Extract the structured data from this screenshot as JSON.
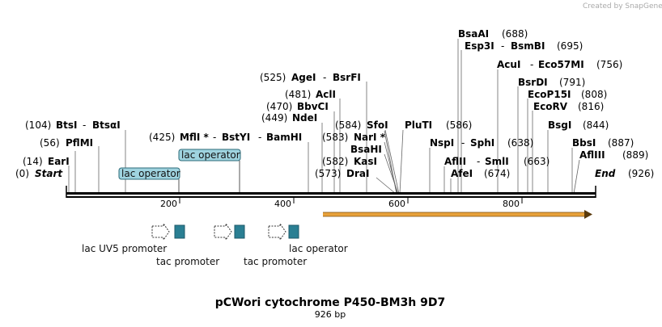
{
  "watermark": "Created by SnapGene",
  "plasmid": {
    "name": "pCWori cytochrome P450-BM3h 9D7",
    "length_label": "926 bp"
  },
  "colors": {
    "orf": "#e8a13a",
    "feature": "#2a7f93",
    "operator_fill": "#9fd3df"
  },
  "ruler_ticks": [
    "200",
    "400",
    "600",
    "800"
  ],
  "termini": {
    "start": {
      "pos": "(0)",
      "name": "Start"
    },
    "end": {
      "name": "End",
      "pos": "(926)"
    }
  },
  "sites": [
    {
      "pos": "(14)",
      "names": [
        "EarI"
      ]
    },
    {
      "pos": "(56)",
      "names": [
        "PflMI"
      ]
    },
    {
      "pos": "(104)",
      "names": [
        "BtsI",
        "BtsαI"
      ]
    },
    {
      "pos": "(425)",
      "names": [
        "MflI *",
        "BstYI",
        "BamHI"
      ]
    },
    {
      "pos": "(449)",
      "names": [
        "NdeI"
      ]
    },
    {
      "pos": "(470)",
      "names": [
        "BbvCI"
      ]
    },
    {
      "pos": "(481)",
      "names": [
        "AclI"
      ]
    },
    {
      "pos": "(525)",
      "names": [
        "AgeI",
        "BsrFI"
      ]
    },
    {
      "pos": "(573)",
      "names": [
        "DraI"
      ]
    },
    {
      "pos": "(582)",
      "names": [
        "KasI"
      ]
    },
    {
      "pos": "",
      "names": [
        "BsaHI"
      ]
    },
    {
      "pos": "(583)",
      "names": [
        "NarI *"
      ]
    },
    {
      "pos": "(584)",
      "names": [
        "SfoI"
      ]
    },
    {
      "pos": "",
      "names": [
        "PluTI"
      ]
    },
    {
      "pos": "(586)",
      "names": []
    },
    {
      "pos": "(638)",
      "names": [
        "NspI",
        "SphI"
      ]
    },
    {
      "pos": "(674)",
      "names": [
        "AfeI"
      ]
    },
    {
      "pos": "(663)",
      "names": [
        "AflII",
        "SmlI"
      ]
    },
    {
      "pos": "(688)",
      "names": [
        "BsaAI"
      ]
    },
    {
      "pos": "(695)",
      "names": [
        "Esp3I",
        "BsmBI"
      ]
    },
    {
      "pos": "(756)",
      "names": [
        "AcuI",
        "Eco57MI"
      ]
    },
    {
      "pos": "(791)",
      "names": [
        "BsrDI"
      ]
    },
    {
      "pos": "(808)",
      "names": [
        "EcoP15I"
      ]
    },
    {
      "pos": "(816)",
      "names": [
        "EcoRV"
      ]
    },
    {
      "pos": "(844)",
      "names": [
        "BsgI"
      ]
    },
    {
      "pos": "(887)",
      "names": [
        "BbsI"
      ]
    },
    {
      "pos": "(889)",
      "names": [
        "AflIII"
      ]
    }
  ],
  "operators_above": [
    "lac operator",
    "lac operator"
  ],
  "features_below": {
    "lac_uv5_promoter": "lac UV5 promoter",
    "tac_promoter_1": "tac promoter",
    "tac_promoter_2": "tac promoter",
    "lac_operator": "lac operator"
  }
}
